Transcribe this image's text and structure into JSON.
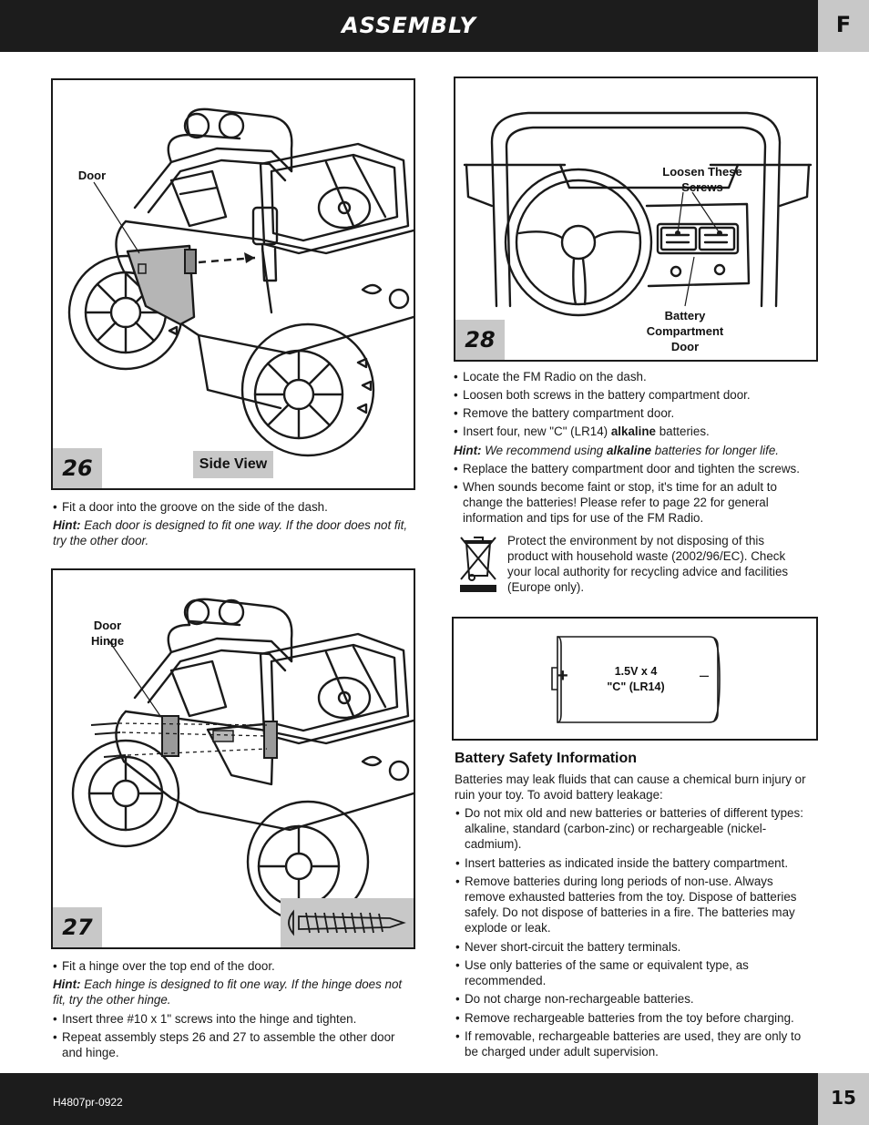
{
  "header": {
    "title": "ASSEMBLY",
    "section_letter": "F"
  },
  "footer": {
    "doc_code": "H4807pr-0922",
    "page_number": "15"
  },
  "step26": {
    "number": "26",
    "callout_door": "Door",
    "view_label": "Side View",
    "instruction": "Fit a door into the groove on the side of the dash.",
    "hint_label": "Hint:",
    "hint_text": "Each door is designed to fit one way. If the door does not fit, try the other door."
  },
  "step27": {
    "number": "27",
    "callout_hinge_1": "Door",
    "callout_hinge_2": "Hinge",
    "instruction": "Fit a hinge over the top end of the door.",
    "hint_label": "Hint:",
    "hint_text": "Each hinge is designed to fit one way. If the hinge does not fit, try the other hinge.",
    "bullet_screws": "Insert three #10 x 1\" screws into the hinge and tighten.",
    "bullet_repeat": "Repeat assembly steps 26 and 27 to assemble the other door and hinge."
  },
  "step28": {
    "number": "28",
    "callout_screws_1": "Loosen These",
    "callout_screws_2": "Screws",
    "callout_battery_1": "Battery",
    "callout_battery_2": "Compartment",
    "callout_battery_3": "Door",
    "bullets": [
      "Locate the FM Radio on the dash.",
      "Loosen both screws in the battery compartment door.",
      "Remove the battery compartment door."
    ],
    "insert_prefix": "Insert four, new \"C\" (LR14) ",
    "insert_bold": "alkaline",
    "insert_suffix": " batteries.",
    "hint_label": "Hint:",
    "hint_prefix": " We recommend using ",
    "hint_bold": "alkaline",
    "hint_suffix": " batteries for longer life.",
    "bullet_replace": "Replace the battery compartment door and tighten the screws.",
    "bullet_sounds": "When sounds become faint or stop, it's time for an adult to change the batteries! Please refer to page 22 for general information and tips for use of the FM Radio."
  },
  "environment": {
    "notice": "Protect the environment by not disposing of this product with household waste (2002/96/EC). Check your local authority for recycling advice and facilities (Europe only)."
  },
  "battery_diagram": {
    "plus": "+",
    "minus": "–",
    "spec_line_1": "1.5V x 4",
    "spec_line_2": "\"C\" (LR14)"
  },
  "battery_safety": {
    "heading": "Battery Safety Information",
    "intro": "Batteries may leak fluids that can cause a chemical burn injury or ruin your toy. To avoid battery leakage:",
    "items": [
      "Do not mix old and new batteries or batteries of different types: alkaline, standard (carbon-zinc) or rechargeable (nickel-cadmium).",
      "Insert batteries as indicated inside the battery compartment.",
      "Remove batteries during long periods of non-use. Always remove exhausted batteries from the toy. Dispose of batteries safely. Do not dispose of batteries in a fire. The batteries may explode or leak.",
      "Never short-circuit the battery terminals.",
      "Use only batteries of the same or equivalent type, as recommended.",
      "Do not charge non-rechargeable batteries.",
      "Remove rechargeable batteries from the toy before charging.",
      "If removable, rechargeable batteries are used, they are only to be charged under adult supervision."
    ]
  }
}
